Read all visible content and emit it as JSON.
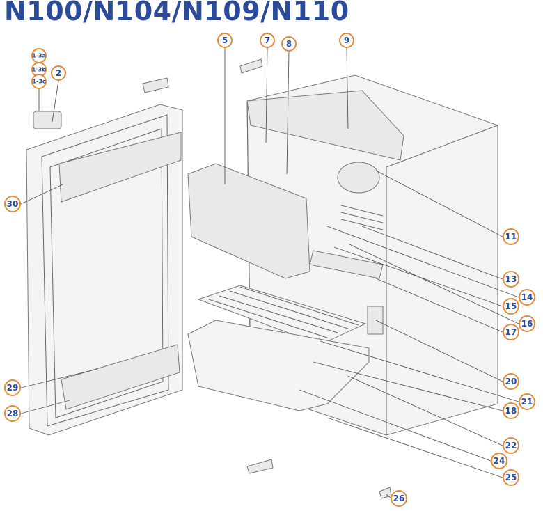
{
  "title": "N100/N104/N109/N110",
  "accent_color": "#e58a3a",
  "text_color": "#2b4a9b",
  "callouts": {
    "c13a": "1-3a",
    "c13b": "1-3b",
    "c13c": "1-3c",
    "c2": "2",
    "c5": "5",
    "c7": "7",
    "c8": "8",
    "c9": "9",
    "c11": "11",
    "c13": "13",
    "c14": "14",
    "c15": "15",
    "c16": "16",
    "c17": "17",
    "c20": "20",
    "c21": "21",
    "c18": "18",
    "c22": "22",
    "c24": "24",
    "c25": "25",
    "c26": "26",
    "c28": "28",
    "c29": "29",
    "c30": "30"
  }
}
